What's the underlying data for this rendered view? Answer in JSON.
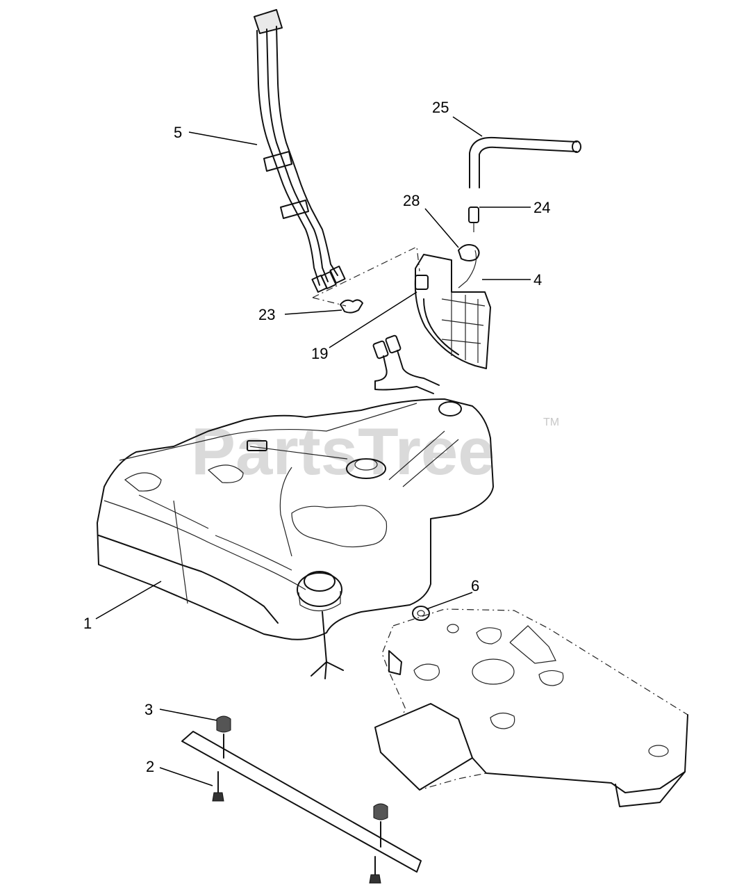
{
  "watermark": {
    "text": "PartsTree",
    "trademark": "TM"
  },
  "callouts": [
    {
      "id": "5",
      "label": "5"
    },
    {
      "id": "25",
      "label": "25"
    },
    {
      "id": "28",
      "label": "28"
    },
    {
      "id": "24",
      "label": "24"
    },
    {
      "id": "4",
      "label": "4"
    },
    {
      "id": "23",
      "label": "23"
    },
    {
      "id": "19",
      "label": "19"
    },
    {
      "id": "6",
      "label": "6"
    },
    {
      "id": "1",
      "label": "1"
    },
    {
      "id": "3",
      "label": "3"
    },
    {
      "id": "2",
      "label": "2"
    }
  ]
}
